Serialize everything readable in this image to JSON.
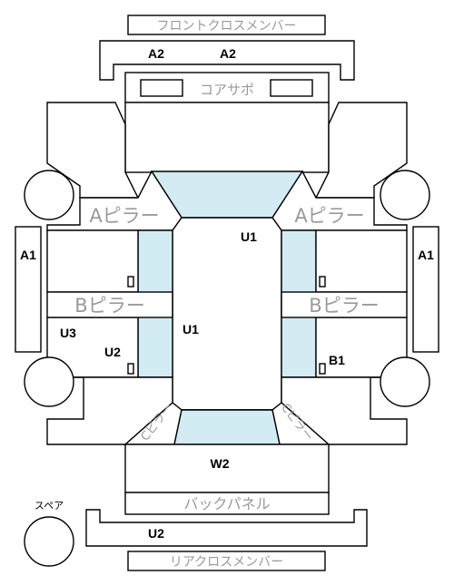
{
  "parts": {
    "front_cross_member": "フロントクロスメンバー",
    "core_support": "コアサポ",
    "a_pillar_left": "Aピラー",
    "a_pillar_right": "Aピラー",
    "b_pillar_left": "Bピラー",
    "b_pillar_right": "Bピラー",
    "back_panel": "バックパネル",
    "rear_cross_member": "リアクロスメンバー",
    "spare": "スペア",
    "c_pillar_left": "Cピラー",
    "c_pillar_right": "Cピラー"
  },
  "codes": {
    "front_cross_left": "A2",
    "front_cross_right": "A2",
    "roof_upper": "U1",
    "roof_center": "U1",
    "side_left": "A1",
    "side_right": "A1",
    "rear_left_upper": "U3",
    "rear_left_lower": "U2",
    "rear_right": "B1",
    "trunk": "W2",
    "rear_cross": "U2"
  }
}
